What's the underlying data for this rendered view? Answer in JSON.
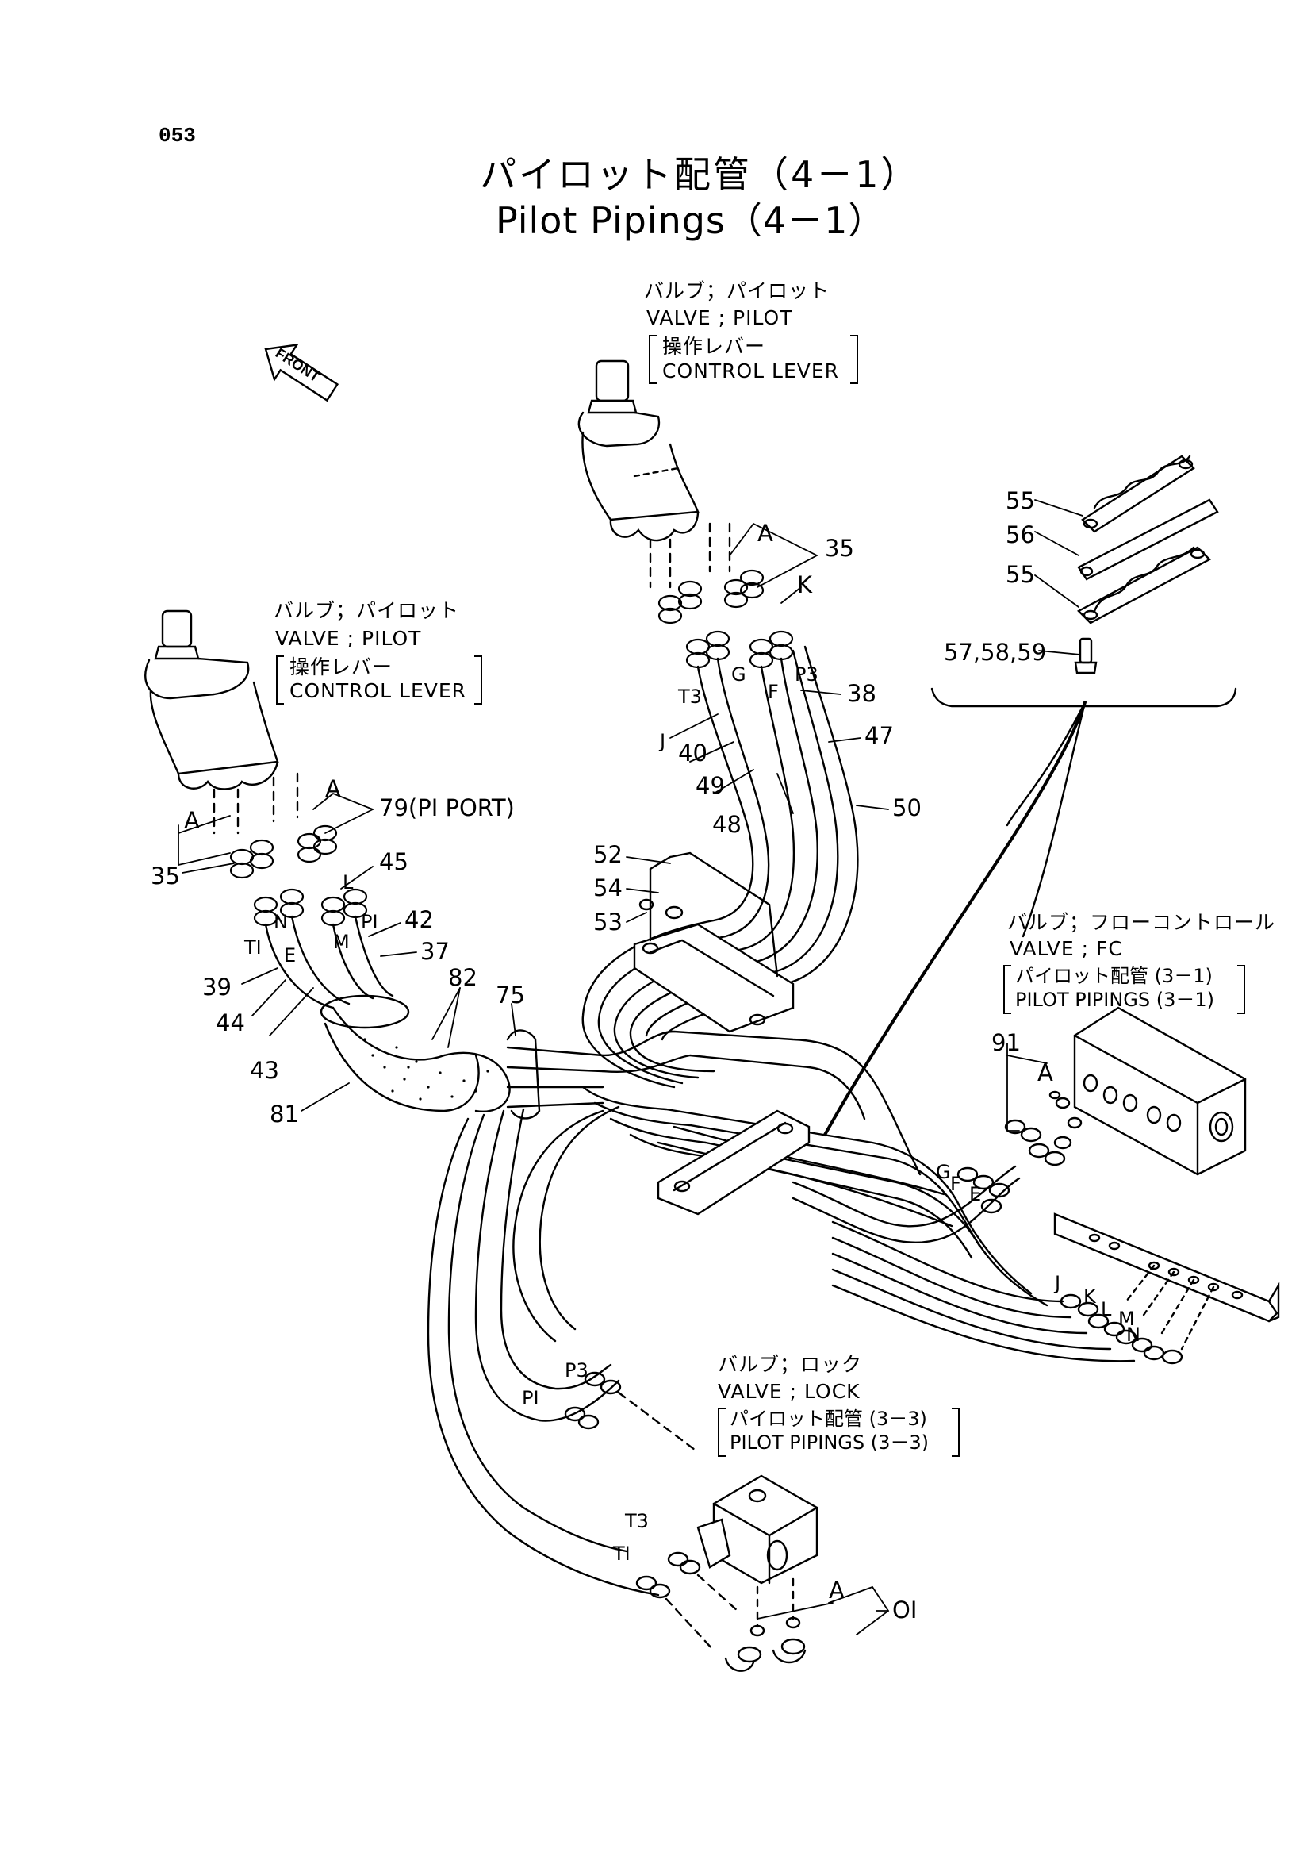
{
  "page_number": "053",
  "title": {
    "jp": "パイロット配管（4－1）",
    "en": "Pilot Pipings（4－1）"
  },
  "front_label": "FRONT",
  "callouts": {
    "valve_pilot_right": {
      "jp": "バルブ；パイロット",
      "en": "VALVE ; PILOT",
      "sub_jp": "操作レバー",
      "sub_en": "CONTROL LEVER"
    },
    "valve_pilot_left": {
      "jp": "バルブ；パイロット",
      "en": "VALVE ; PILOT",
      "sub_jp": "操作レバー",
      "sub_en": "CONTROL LEVER"
    },
    "valve_fc": {
      "jp": "バルブ；フローコントロール",
      "en": "VALVE ; FC",
      "sub_jp": "パイロット配管 (3－1)",
      "sub_en": "PILOT PIPINGS (3－1)"
    },
    "valve_lock": {
      "jp": "バルブ；ロック",
      "en": "VALVE ; LOCK",
      "sub_jp": "パイロット配管 (3－3)",
      "sub_en": "PILOT PIPINGS (3－3)"
    }
  },
  "part_numbers": {
    "p55a": "55",
    "p56": "56",
    "p55b": "55",
    "p57": "57,58,59",
    "p35r": "35",
    "p38": "38",
    "p47": "47",
    "p50": "50",
    "p40": "40",
    "p49": "49",
    "p48": "48",
    "p79": "79(PI PORT)",
    "p35l": "35",
    "p45": "45",
    "p42": "42",
    "p37": "37",
    "p39": "39",
    "p44": "44",
    "p43": "43",
    "p82": "82",
    "p75": "75",
    "p81": "81",
    "p52": "52",
    "p54": "54",
    "p53": "53",
    "p91": "91",
    "p01": "OI"
  },
  "port_letters": {
    "A_r": "A",
    "K_r": "K",
    "T3_r": "T3",
    "G_r": "G",
    "F_r": "F",
    "P3_r": "P3",
    "J_r": "J",
    "A_l": "A",
    "A_l2": "A",
    "L_l": "L",
    "N_l": "N",
    "PI_l": "PI",
    "M_l": "M",
    "TI_l": "TI",
    "E_l": "E",
    "A_fc": "A",
    "G_fc": "G",
    "F_fc": "F",
    "E_fc": "E",
    "J_b": "J",
    "K_b": "K",
    "L_b": "L",
    "M_b": "M",
    "N_b": "N",
    "P3_lk": "P3",
    "PI_lk": "PI",
    "T3_lk": "T3",
    "TI_lk": "TI",
    "A_lk": "A"
  }
}
